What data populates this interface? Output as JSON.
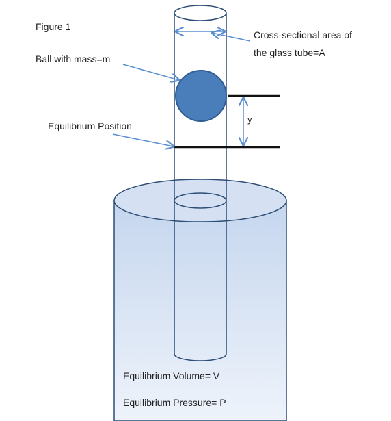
{
  "figure_label": "Figure 1",
  "labels": {
    "ball": "Ball with mass=m",
    "equilibrium_position": "Equilibrium Position",
    "area_line1": "Cross-sectional area of",
    "area_line2": "the glass tube=A",
    "displacement": "y",
    "volume": "Equilibrium Volume= V",
    "pressure": "Equilibrium Pressure= P"
  },
  "colors": {
    "ball_fill": "#4a7ebb",
    "ball_stroke": "#2f5d94",
    "outline": "#2c4d75",
    "arrow": "#5b8fd0",
    "marker_line": "#111111",
    "gas_top": "#c5d6ee",
    "gas_bottom": "#eef3fb"
  }
}
